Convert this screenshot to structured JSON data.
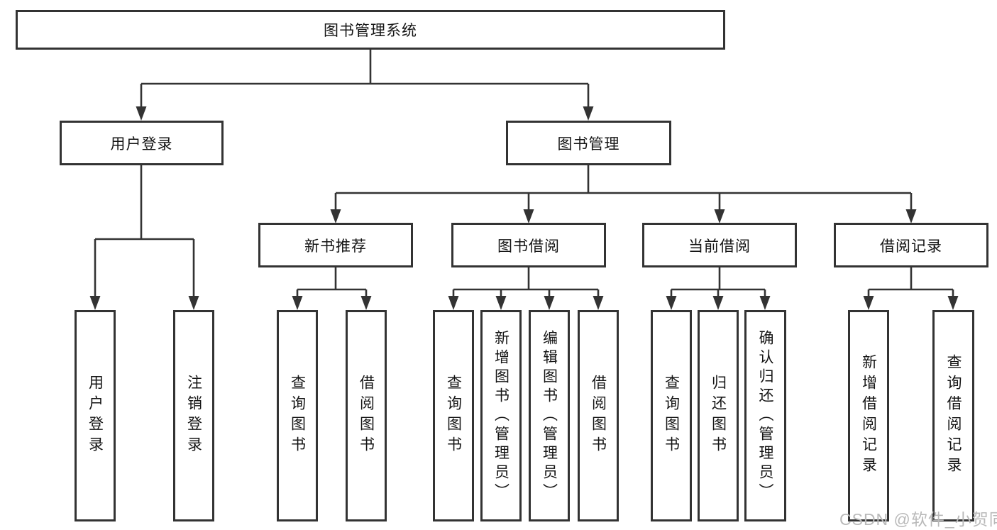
{
  "diagram": {
    "type": "tree-diagram",
    "colors": {
      "line": "#333333",
      "text": "#141414",
      "box_background": "#ffffff",
      "watermark": "#b9b9b9"
    },
    "nodes": {
      "root": "图书管理系统",
      "user_login": "用户登录",
      "book_management": "图书管理",
      "new_book_recommend": "新书推荐",
      "book_borrow": "图书借阅",
      "current_borrow": "当前借阅",
      "borrow_records": "借阅记录",
      "login": "用户登录",
      "logout": "注销登录",
      "recommend_query": "查询图书",
      "recommend_borrow": "借阅图书",
      "borrow_query": "查询图书",
      "borrow_add": "新增图书（管理员）",
      "borrow_edit": "编辑图书（管理员）",
      "borrow_do": "借阅图书",
      "current_query": "查询图书",
      "current_return": "归还图书",
      "current_confirm": "确认归还（管理员）",
      "records_add": "新增借阅记录",
      "records_query": "查询借阅记录"
    },
    "watermark": "CSDN @软件_小贺同学"
  }
}
